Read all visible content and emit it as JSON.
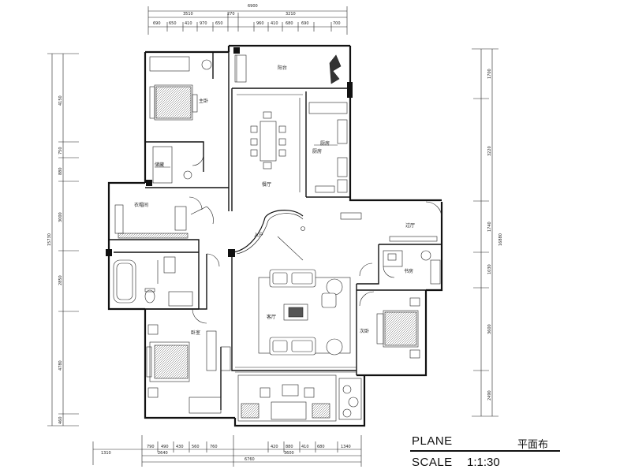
{
  "top_dims": {
    "overall": "6900",
    "segments": [
      "3510",
      "270",
      "3210"
    ],
    "details": [
      "690",
      "650",
      "410",
      "970",
      "650",
      "960",
      "410",
      "680",
      "690",
      "700"
    ]
  },
  "bottom_dims": {
    "overall": "6760",
    "segments": [
      "1310",
      "2640",
      "3600"
    ],
    "details": [
      "790",
      "490",
      "430",
      "560",
      "760",
      "420",
      "880",
      "410",
      "680",
      "1340"
    ]
  },
  "left_dims": {
    "overall": "15730",
    "segments": [
      "4150",
      "750",
      "880",
      "3000",
      "2850",
      "4780",
      "460"
    ]
  },
  "right_dims": {
    "overall": "16880",
    "segments": [
      "1700",
      "3220",
      "1740",
      "1030",
      "3600",
      "2490"
    ]
  },
  "rooms": {
    "bed_master": "主卧",
    "storage": "储藏",
    "dining": "餐厅",
    "kitchen": "厨房",
    "kitchen_sub": "厨房",
    "balcony": "阳台",
    "closet": "衣帽间",
    "entry": "入户",
    "living": "客厅",
    "study": "书房",
    "bedroom2": "次卧",
    "bedroom3": "卧室",
    "hall": "过厅"
  },
  "footer": {
    "plane_title": "PLANE",
    "plane_title_cn": "平面布",
    "scale_label": "SCALE",
    "scale_value": "1:1:30"
  }
}
